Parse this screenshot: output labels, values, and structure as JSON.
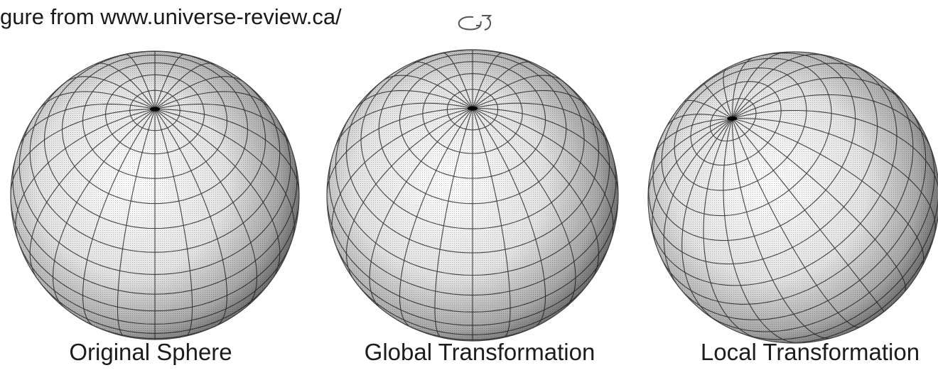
{
  "credit": "gure from www.universe-review.ca/",
  "rotation_icon": "counterclockwise-rotate-icon",
  "panels": [
    {
      "caption": "Original Sphere",
      "tilt_deg": 0
    },
    {
      "caption": "Global Transformation",
      "tilt_deg": 0
    },
    {
      "caption": "Local Transformation",
      "tilt_deg": 25
    }
  ],
  "colors": {
    "ink": "#1a1a1a",
    "shade_light": "#ffffff",
    "shade_dark": "#6a6a6a"
  }
}
